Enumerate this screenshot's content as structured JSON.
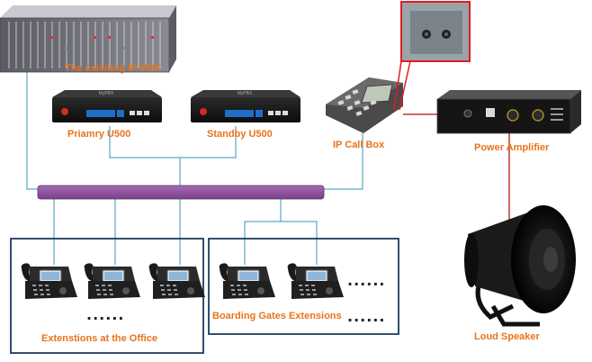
{
  "colors": {
    "label": "#e8731c",
    "line": "#5aa6c8",
    "bus": "#8e4f9e",
    "group_border": "#1f3b63",
    "callout": "#e11b22",
    "speaker_wire": "#c0392b"
  },
  "labels": {
    "ippbx": "The exisiting IP-PBX",
    "primary": "Priamry U500",
    "standby": "Standby U500",
    "callbox": "IP Call Box",
    "amplifier": "Power Amplifier",
    "speaker": "Loud Speaker",
    "office_group": "Extenstions at the Office",
    "gates_group": "Boarding Gates Extensions"
  },
  "devices": {
    "u500_badge": "MyPBX"
  },
  "ellipses": {
    "office": "......",
    "gates_top": "......",
    "gates_bottom": "......"
  }
}
